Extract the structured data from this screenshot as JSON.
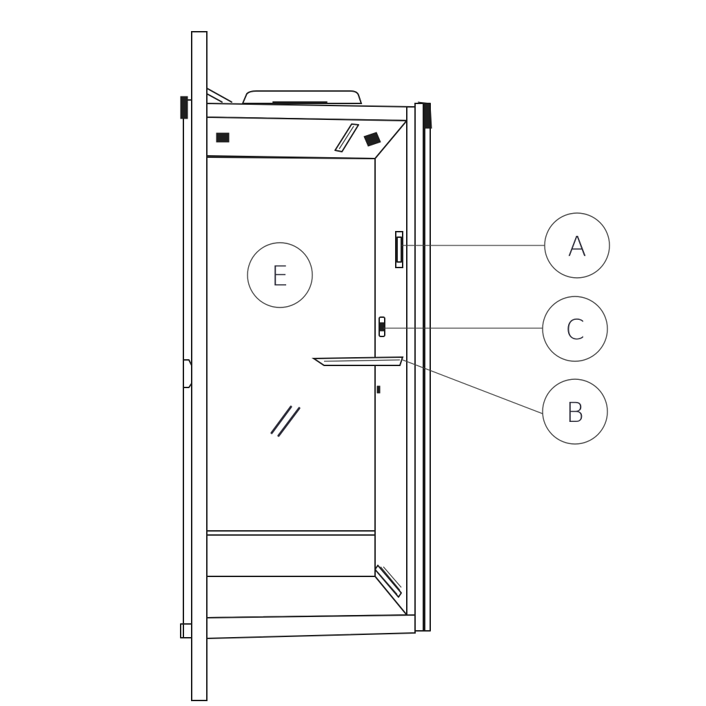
{
  "callouts": [
    {
      "id": "A",
      "label": "A"
    },
    {
      "id": "C",
      "label": "C"
    },
    {
      "id": "B",
      "label": "B"
    },
    {
      "id": "E",
      "label": "E"
    }
  ],
  "colors": {
    "line": "#1a1a1a",
    "callout_text": "#2a2a36",
    "background": "#ffffff"
  }
}
